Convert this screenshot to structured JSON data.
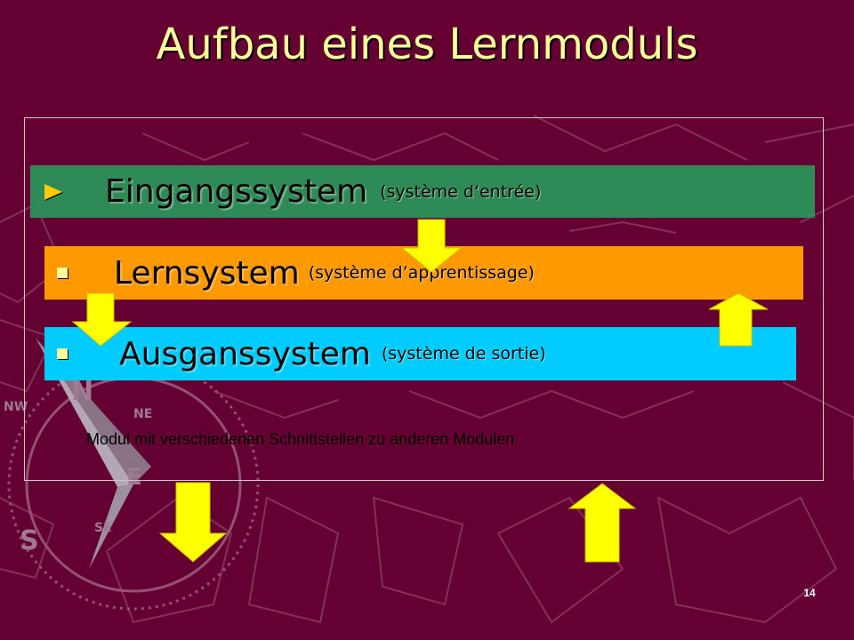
{
  "slide": {
    "title": "Aufbau eines Lernmoduls",
    "page_number": "14",
    "caption": "Modul mit verschiedenen Schnittstellen zu anderen Modulen"
  },
  "bars": [
    {
      "main": "Eingangssystem",
      "sub": "(système d‘entrée)",
      "color": "#2e8b57",
      "bullet": "triangle-bullet-icon"
    },
    {
      "main": "Lernsystem",
      "sub": "(système d’apprentissage)",
      "color": "#ff9900",
      "bullet": "square-bullet-icon"
    },
    {
      "main": "Ausganssystem",
      "sub": "(système de sortie)",
      "color": "#00ccff",
      "bullet": "square-bullet-icon"
    }
  ],
  "compass_letters": {
    "north": "N",
    "south": "S",
    "northeast": "NE",
    "northwest": "NW",
    "east": "E",
    "southeast": "SE"
  },
  "colors": {
    "background": "#650033",
    "title": "#ffff99",
    "arrows": "#ffff00"
  },
  "arrows": [
    {
      "name": "down-arrow-icon",
      "direction": "down"
    },
    {
      "name": "down-arrow-icon",
      "direction": "down"
    },
    {
      "name": "up-arrow-icon",
      "direction": "up"
    },
    {
      "name": "down-arrow-icon",
      "direction": "down"
    },
    {
      "name": "up-arrow-icon",
      "direction": "up"
    }
  ]
}
